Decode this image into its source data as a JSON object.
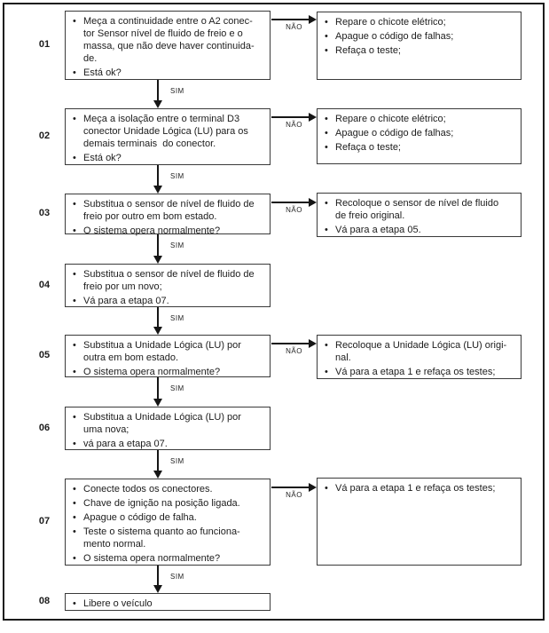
{
  "diagram": {
    "yes_label": "SIM",
    "no_label": "NÃO",
    "colors": {
      "ink": "#1c1c1c",
      "background": "#ffffff"
    },
    "steps": [
      {
        "number": "01",
        "action_items": [
          "Meça a continuidade entre o A2 conec-\ntor Sensor nível de fluido de freio e o\nmassa, que não deve haver continuida-\nde.",
          "Está ok?"
        ],
        "no_items": [
          "Repare o chicote elétrico;",
          "Apague o código de falhas;",
          "Refaça o teste;"
        ]
      },
      {
        "number": "02",
        "action_items": [
          "Meça a isolação entre o terminal D3\nconector Unidade Lógica (LU) para os\ndemais terminais  do conector.",
          "Está ok?"
        ],
        "no_items": [
          "Repare o chicote elétrico;",
          "Apague o código de falhas;",
          "Refaça o teste;"
        ]
      },
      {
        "number": "03",
        "action_items": [
          "Substitua o sensor de nível de fluido de\nfreio por outro em bom estado.",
          "O sistema opera normalmente?"
        ],
        "no_items": [
          "Recoloque o sensor de nível de fluido\nde freio original.",
          "Vá para a etapa 05."
        ]
      },
      {
        "number": "04",
        "action_items": [
          "Substitua o sensor de nível de fluido de\nfreio por um novo;",
          "Vá para a etapa 07."
        ]
      },
      {
        "number": "05",
        "action_items": [
          "Substitua a Unidade Lógica (LU) por\noutra em bom estado.",
          "O sistema opera normalmente?"
        ],
        "no_items": [
          "Recoloque a Unidade Lógica (LU) origi-\nnal.",
          "Vá para a etapa 1 e refaça os testes;"
        ]
      },
      {
        "number": "06",
        "action_items": [
          "Substitua a Unidade Lógica (LU) por\numa nova;",
          "vá para a etapa 07."
        ]
      },
      {
        "number": "07",
        "action_items": [
          "Conecte todos os conectores.",
          "Chave de ignição na posição ligada.",
          "Apague o código de falha.",
          "Teste o sistema quanto ao funciona-\nmento normal.",
          "O sistema opera normalmente?"
        ],
        "no_items": [
          "Vá para a etapa 1 e refaça os testes;"
        ]
      },
      {
        "number": "08",
        "action_items": [
          "Libere o veículo"
        ]
      }
    ]
  }
}
